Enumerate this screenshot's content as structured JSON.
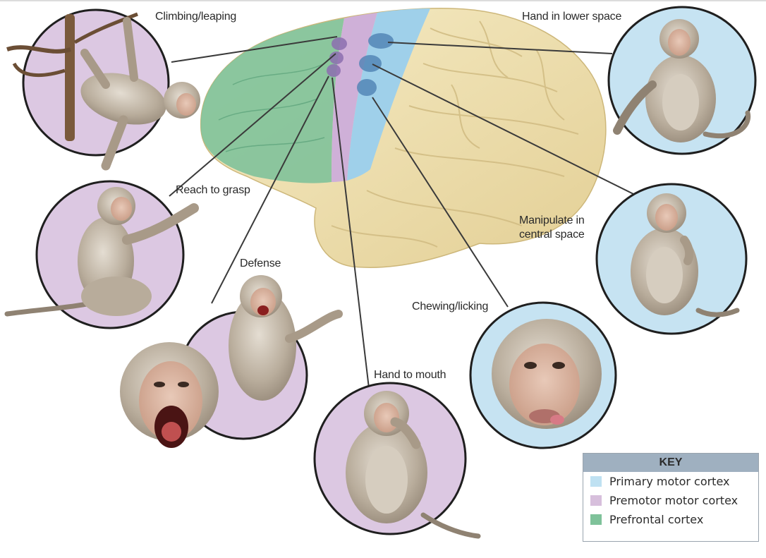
{
  "labels": {
    "climbing": "Climbing/leaping",
    "hand_lower": "Hand in lower space",
    "reach": "Reach to grasp",
    "manipulate_line1": "Manipulate in",
    "manipulate_line2": "central space",
    "defense": "Defense",
    "chewing": "Chewing/licking",
    "hand_mouth": "Hand to mouth"
  },
  "key": {
    "title": "KEY",
    "items": [
      {
        "label": "Primary motor cortex",
        "color": "#bfe1f2"
      },
      {
        "label": "Premotor motor cortex",
        "color": "#d7bfdc"
      },
      {
        "label": "Prefrontal cortex",
        "color": "#7fc29a"
      }
    ]
  },
  "colors": {
    "primary_circle": "#c6e3f2",
    "premotor_circle": "#dcc8e2",
    "brain": "#efe0b0",
    "connector": "#3a3a3a"
  }
}
